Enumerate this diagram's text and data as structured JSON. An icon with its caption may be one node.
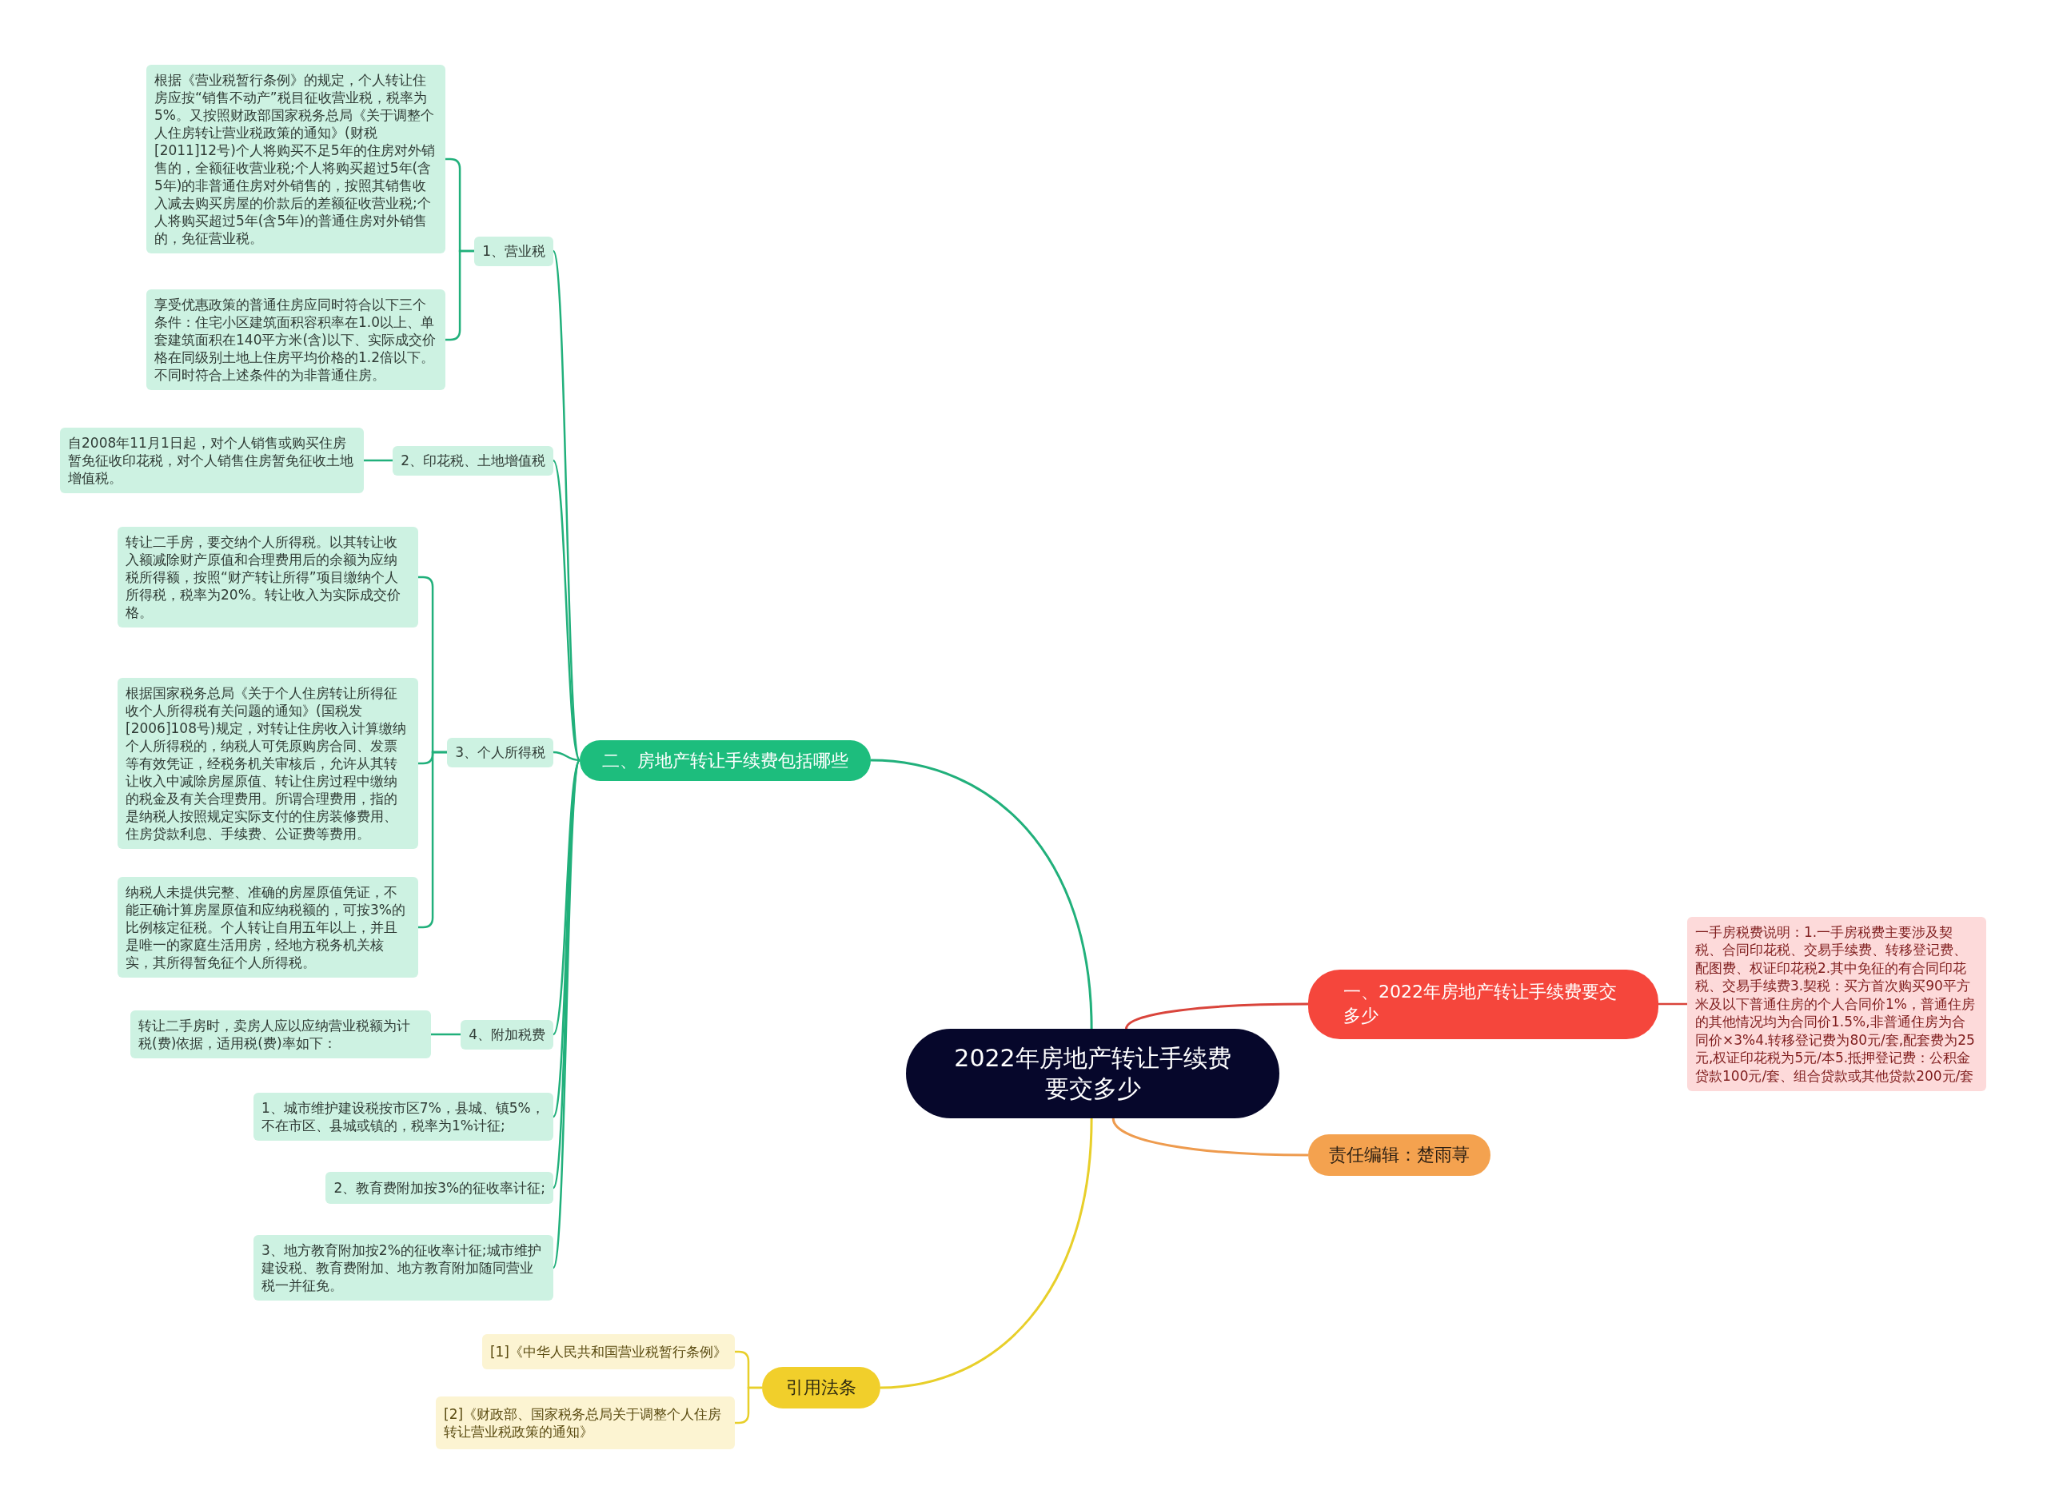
{
  "diagram": {
    "nodes": [
      {
        "text": [
          "2022年房地产转让手续费要交多少"
        ]
      },
      {
        "text": [
          "一、2022年房地产转让手续费要交多少"
        ]
      },
      {
        "text": [
          "一手房税费说明：1.一手房税费主要涉及契税、合同印花税、交易手续费、转移登记费、配图费、权证印花税2.其中免征的有合同印花税、交易手续费3.契税：买方首次购买90平方米及以下普通住房的个人合同价1%，普通住房的其他情况均为合同价1.5%,非普通住房为合同价×3%4.转移登记费为80元/套,配套费为25元,权证印花税为5元/本5.抵押登记费：公积金贷款100元/套、组合贷款或其他贷款200元/套"
        ]
      },
      {
        "text": [
          "责任编辑：楚雨荨"
        ]
      },
      {
        "text": [
          "二、房地产转让手续费包括哪些"
        ]
      },
      {
        "text": [
          "1、营业税"
        ]
      },
      {
        "text": [
          "根据《营业税暂行条例》的规定，个人转让住房应按“销售不动产”税目征收营业税，税率为5%。又按照财政部国家税务总局《关于调整个人住房转让营业税政策的通知》(财税[2011]12号)个人将购买不足5年的住房对外销售的，全额征收营业税;个人将购买超过5年(含5年)的非普通住房对外销售的，按照其销售收入减去购买房屋的价款后的差额征收营业税;个人将购买超过5年(含5年)的普通住房对外销售的，免征营业税。"
        ]
      },
      {
        "text": [
          "享受优惠政策的普通住房应同时符合以下三个条件：住宅小区建筑面积容积率在1.0以上、单套建筑面积在140平方米(含)以下、实际成交价格在同级别土地上住房平均价格的1.2倍以下。不同时符合上述条件的为非普通住房。"
        ]
      },
      {
        "text": [
          "2、印花税、土地增值税"
        ]
      },
      {
        "text": [
          "自2008年11月1日起，对个人销售或购买住房暂免征收印花税，对个人销售住房暂免征收土地增值税。"
        ]
      },
      {
        "text": [
          "3、个人所得税"
        ]
      },
      {
        "text": [
          "转让二手房，要交纳个人所得税。以其转让收入额减除财产原值和合理费用后的余额为应纳税所得额，按照“财产转让所得”项目缴纳个人所得税，税率为20%。转让收入为实际成交价格。"
        ]
      },
      {
        "text": [
          "根据国家税务总局《关于个人住房转让所得征收个人所得税有关问题的通知》(国税发[2006]108号)规定，对转让住房收入计算缴纳个人所得税的，纳税人可凭原购房合同、发票等有效凭证，经税务机关审核后，允许从其转让收入中减除房屋原值、转让住房过程中缴纳的税金及有关合理费用。所谓合理费用，指的是纳税人按照规定实际支付的住房装修费用、住房贷款利息、手续费、公证费等费用。"
        ]
      },
      {
        "text": [
          "纳税人未提供完整、准确的房屋原值凭证，不能正确计算房屋原值和应纳税额的，可按3%的比例核定征税。个人转让自用五年以上，并且是唯一的家庭生活用房，经地方税务机关核实，其所得暂免征个人所得税。"
        ]
      },
      {
        "text": [
          "4、附加税费"
        ]
      },
      {
        "text": [
          "转让二手房时，卖房人应以应纳营业税额为计税(费)依据，适用税(费)率如下："
        ]
      },
      {
        "text": [
          "1、城市维护建设税按市区7%，县城、镇5%，不在市区、县城或镇的，税率为1%计征;"
        ]
      },
      {
        "text": [
          "2、教育费附加按3%的征收率计征;"
        ]
      },
      {
        "text": [
          "3、地方教育附加按2%的征收率计征;城市维护建设税、教育费附加、地方教育附加随同营业税一并征免。"
        ]
      },
      {
        "text": [
          "引用法条"
        ]
      },
      {
        "text": [
          "[1]《中华人民共和国营业税暂行条例》"
        ]
      },
      {
        "text": [
          "[2]《财政部、国家税务总局关于调整个人住房转让营业税政策的通知》"
        ]
      }
    ],
    "edges": [
      {
        "from": 0,
        "to": 1,
        "arrow": "none",
        "color": "#d9443b"
      },
      {
        "from": 1,
        "to": 2,
        "arrow": "none",
        "color": "#d9443b"
      },
      {
        "from": 0,
        "to": 3,
        "arrow": "none",
        "color": "#ee9b4e"
      },
      {
        "from": 0,
        "to": 4,
        "arrow": "none"
      },
      {
        "from": 4,
        "to": 5,
        "arrow": "none"
      },
      {
        "from": 5,
        "to": 6,
        "arrow": "none"
      },
      {
        "from": 5,
        "to": 7,
        "arrow": "none"
      },
      {
        "from": 4,
        "to": 8,
        "arrow": "none"
      },
      {
        "from": 8,
        "to": 9,
        "arrow": "none"
      },
      {
        "from": 4,
        "to": 10,
        "arrow": "none"
      },
      {
        "from": 10,
        "to": 11,
        "arrow": "none"
      },
      {
        "from": 10,
        "to": 12,
        "arrow": "none"
      },
      {
        "from": 10,
        "to": 13,
        "arrow": "none"
      },
      {
        "from": 4,
        "to": 14,
        "arrow": "none"
      },
      {
        "from": 14,
        "to": 15,
        "arrow": "none"
      },
      {
        "from": 4,
        "to": 16,
        "arrow": "none"
      },
      {
        "from": 4,
        "to": 17,
        "arrow": "none"
      },
      {
        "from": 4,
        "to": 18,
        "arrow": "none"
      },
      {
        "from": 0,
        "to": 19,
        "arrow": "none",
        "color": "#e8cf2a"
      },
      {
        "from": 19,
        "to": 20,
        "arrow": "none",
        "color": "#e8cf2a"
      },
      {
        "from": 19,
        "to": 21,
        "arrow": "none",
        "color": "#e8cf2a"
      }
    ]
  }
}
